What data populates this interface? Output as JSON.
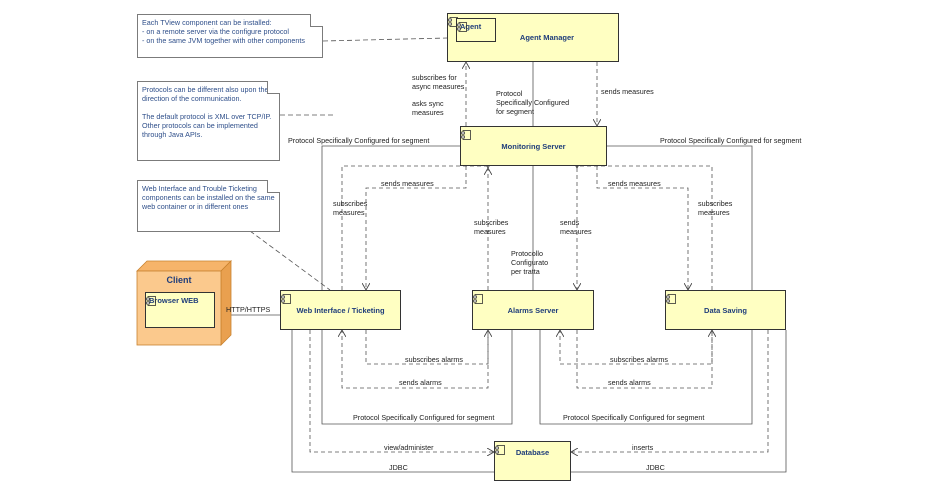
{
  "notes": {
    "tview": "Each TView component can be installed:\n- on a remote server via the configure protocol\n- on the same JVM together with other components",
    "protocols": "Protocols can be different also upon the direction of the communication.\n\nThe default protocol is XML over TCP/IP. Other protocols can be implemented through Java APIs.",
    "webinterface": "Web Interface and Trouble Ticketing components can be installed on the same web container or in different ones"
  },
  "components": {
    "agent_small": "Agent",
    "agent_manager": "Agent Manager",
    "monitoring_server": "Monitoring Server",
    "web_interface": "Web Interface / Ticketing",
    "alarms_server": "Alarms Server",
    "data_saving": "Data Saving",
    "database": "Database",
    "client_node": "Client",
    "browser_web": "Browser WEB"
  },
  "labels": {
    "subscribes_async": "subscribes for\nasync measures",
    "asks_sync": "asks sync\nmeasures",
    "protocol_specifically_top": "Protocol\nSpecifically Configured\nfor segment",
    "sends_measures_top": "sends measures",
    "protocol_left": "Protocol Specifically Configured for segment",
    "protocol_right": "Protocol Specifically Configured for segment",
    "sends_measures_left": "sends measures",
    "subscribes_measures_left": "subscribes\nmeasures",
    "sends_measures_right": "sends measures",
    "subscribes_measures_right": "subscribes\nmeasures",
    "subscribes_measures_mid": "subscribes\nmeasures",
    "sends_measures_mid": "sends\nmeasures",
    "protocollo": "Protocollo\nConfigurato\nper tratta",
    "http": "HTTP/HTTPS",
    "subscribes_alarms_left": "subscribes alarms",
    "sends_alarms_left": "sends alarms",
    "subscribes_alarms_right": "subscribes alarms",
    "sends_alarms_right": "sends alarms",
    "protocol_bottom_left": "Protocol Specifically Configured for segment",
    "protocol_bottom_right": "Protocol Specifically Configured for segment",
    "view_administer": "view/administer",
    "inserts": "inserts",
    "jdbc_left": "JDBC",
    "jdbc_right": "JDBC"
  },
  "colors": {
    "component_fill": "#ffffc2",
    "node_fill": "#fbc98d",
    "node_border": "#d88a2e",
    "line": "#555555"
  }
}
